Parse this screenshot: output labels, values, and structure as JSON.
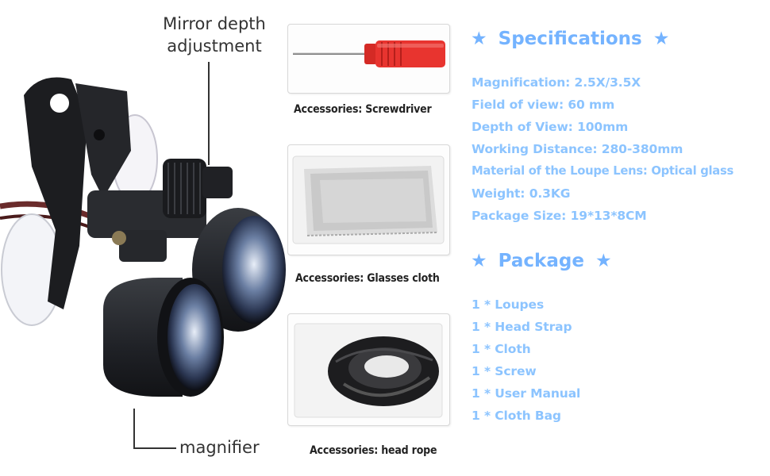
{
  "callouts": {
    "mirror_line1": "Mirror depth",
    "mirror_line2": "adjustment",
    "magnifier": "magnifier"
  },
  "accessories": [
    {
      "caption": "Accessories: Screwdriver",
      "icon": "screwdriver-icon"
    },
    {
      "caption": "Accessories: Glasses cloth",
      "icon": "glasses-cloth-icon"
    },
    {
      "caption": "Accessories: head rope",
      "icon": "head-rope-icon"
    }
  ],
  "specifications": {
    "title": "Specifications",
    "star": "★",
    "items": [
      "Magnification: 2.5X/3.5X",
      "Field of view: 60 mm",
      "Depth of View: 100mm",
      "Working Distance: 280-380mm",
      "Material of the Loupe Lens: Optical glass",
      "Weight: 0.3KG",
      "Package Size: 19*13*8CM"
    ]
  },
  "package": {
    "title": "Package",
    "star": "★",
    "items": [
      "1 * Loupes",
      "1 * Head Strap",
      "1 * Cloth",
      "1 * Screw",
      "1 * User Manual",
      "1 * Cloth Bag"
    ]
  },
  "colors": {
    "heading": "#74b3ff",
    "list_text": "#8cc4ff",
    "handle_red": "#e8342f"
  }
}
